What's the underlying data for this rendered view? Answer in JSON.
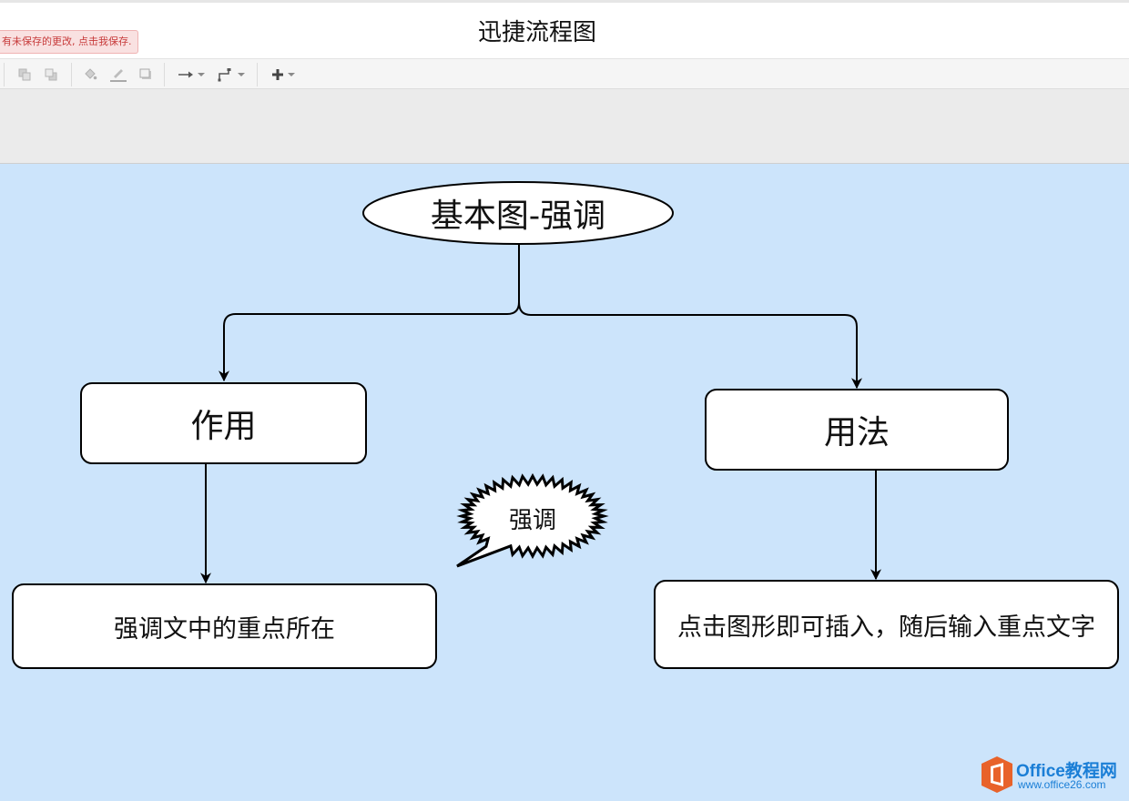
{
  "app": {
    "title": "迅捷流程图",
    "unsaved_notice": "有未保存的更改, 点击我保存."
  },
  "toolbar": {
    "items": [
      {
        "name": "to-front-icon"
      },
      {
        "name": "to-back-icon"
      },
      {
        "name": "fill-color-icon"
      },
      {
        "name": "line-color-icon"
      },
      {
        "name": "shadow-icon"
      },
      {
        "name": "connection-arrow-icon"
      },
      {
        "name": "waypoint-icon"
      },
      {
        "name": "insert-plus-icon"
      }
    ]
  },
  "diagram": {
    "root": "基本图-强调",
    "node_left": "作用",
    "node_right": "用法",
    "leaf_left": "强调文中的重点所在",
    "leaf_right": "点击图形即可插入，随后输入重点文字",
    "callout": "强调"
  },
  "colors": {
    "canvas_bg": "#cce4fb",
    "node_fill": "#ffffff",
    "stroke": "#000000",
    "unsaved_text": "#c73a3a"
  },
  "watermark": {
    "brand": "Office教程网",
    "url": "www.office26.com"
  }
}
